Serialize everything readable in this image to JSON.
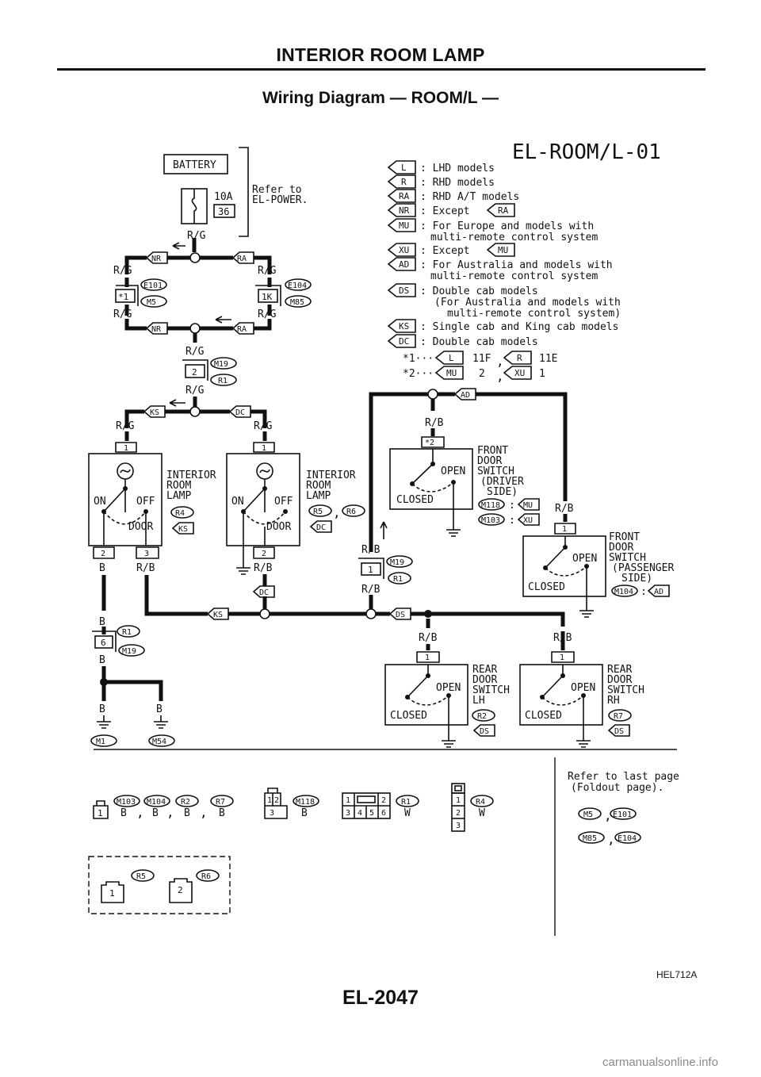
{
  "page": {
    "header": "INTERIOR ROOM LAMP",
    "title": "Wiring Diagram — ROOM/L —",
    "diagram_id": "EL-ROOM/L-01",
    "figure_id": "HEL712A",
    "page_number": "EL-2047",
    "watermark": "carmanualsonline.info"
  },
  "legend": [
    {
      "tag": "L",
      "text": ": LHD models"
    },
    {
      "tag": "R",
      "text": ": RHD models"
    },
    {
      "tag": "RA",
      "text": ": RHD A/T models"
    },
    {
      "tag": "NR",
      "text": ": Except",
      "ref": "RA"
    },
    {
      "tag": "MU",
      "text": ": For Europe and models with",
      "text2": "multi-remote control system"
    },
    {
      "tag": "XU",
      "text": ": Except",
      "ref": "MU"
    },
    {
      "tag": "AD",
      "text": ": For Australia and models with",
      "text2": "multi-remote control system"
    },
    {
      "tag": "DS",
      "text": ": Double cab models",
      "text2": "(For Australia and models with",
      "text3": "multi-remote control system)"
    },
    {
      "tag": "KS",
      "text": ": Single cab and King cab models"
    },
    {
      "tag": "DC",
      "text": ": Double cab models"
    }
  ],
  "notes": {
    "n1": {
      "label": "*1···",
      "tag_a": "L",
      "val_a": "11F",
      "tag_b": "R",
      "val_b": "11E"
    },
    "n2": {
      "label": "*2···",
      "tag_a": "MU",
      "val_a": "2",
      "tag_b": "XU",
      "val_b": "1"
    }
  },
  "power": {
    "battery": "BATTERY",
    "fuse_amp": "10A",
    "fuse_no": "36",
    "refer_1": "Refer to",
    "refer_2": "EL-POWER."
  },
  "wires": {
    "rg": "R/G",
    "rb": "R/B",
    "b": "B"
  },
  "tags": {
    "nr": "NR",
    "ra": "RA",
    "ks": "KS",
    "dc": "DC",
    "ad": "AD",
    "ds": "DS",
    "mu": "MU",
    "xu": "XU"
  },
  "connectors": {
    "e101": "E101",
    "m5": "M5",
    "e104": "E104",
    "m85": "M85",
    "m19": "M19",
    "r1": "R1",
    "r4": "R4",
    "r5": "R5",
    "r6": "R6",
    "m118": "M118",
    "m103": "M103",
    "m104": "M104",
    "r2": "R2",
    "r7": "R7",
    "m1": "M1",
    "m54": "M54"
  },
  "pins": {
    "star1": "*1",
    "p1k": "1K",
    "p2": "2",
    "p1": "1",
    "p3": "3",
    "p6": "6",
    "star2": "*2"
  },
  "components": {
    "lamp_1": "INTERIOR",
    "lamp_2": "ROOM",
    "lamp_3": "LAMP",
    "on": "ON",
    "off": "OFF",
    "door": "DOOR",
    "fds_1": "FRONT",
    "fds_2": "DOOR",
    "fds_3": "SWITCH",
    "fds_driver_1": "(DRIVER",
    "fds_driver_2": "SIDE)",
    "fds_pass_1": "(PASSENGER",
    "fds_pass_2": "SIDE)",
    "rds_1": "REAR",
    "rds_2": "DOOR",
    "rds_3": "SWITCH",
    "lh": "LH",
    "rh": "RH",
    "open": "OPEN",
    "closed": "CLOSED",
    "colon": ":",
    "comma": ","
  },
  "views": {
    "v1_colors": [
      "B",
      "B",
      "B",
      "B"
    ],
    "v2_pins_top": [
      "1",
      "2"
    ],
    "v2_pin_bottom": "3",
    "v2_color": "B",
    "v3_pins_top": [
      "1",
      "2"
    ],
    "v3_pins_bottom": [
      "3",
      "4",
      "5",
      "6"
    ],
    "v3_color": "W",
    "v4_pins": [
      "1",
      "2",
      "3"
    ],
    "v4_color": "W",
    "v5_pin_a": "1",
    "v5_pin_b": "2"
  },
  "refer_box": {
    "line1": "Refer to last page",
    "line2": "(Foldout page)."
  }
}
